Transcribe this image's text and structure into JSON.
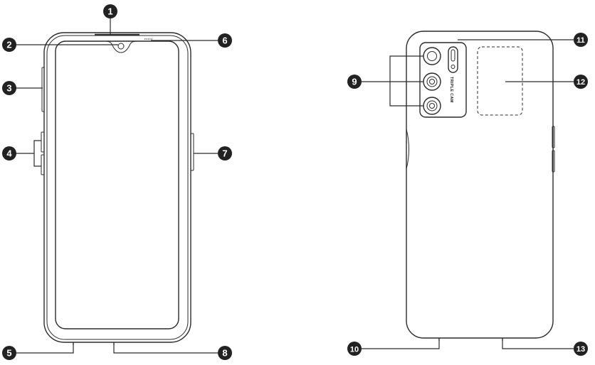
{
  "callouts": {
    "c1": "1",
    "c2": "2",
    "c3": "3",
    "c4": "4",
    "c5": "5",
    "c6": "6",
    "c7": "7",
    "c8": "8",
    "c9": "9",
    "c10": "10",
    "c11": "11",
    "c12": "12",
    "c13": "13"
  },
  "back": {
    "camera_module_text": "TRIPLE CAM"
  },
  "colors": {
    "line": "#2a2a2a",
    "callout_fill": "#222222",
    "callout_text": "#ffffff"
  }
}
